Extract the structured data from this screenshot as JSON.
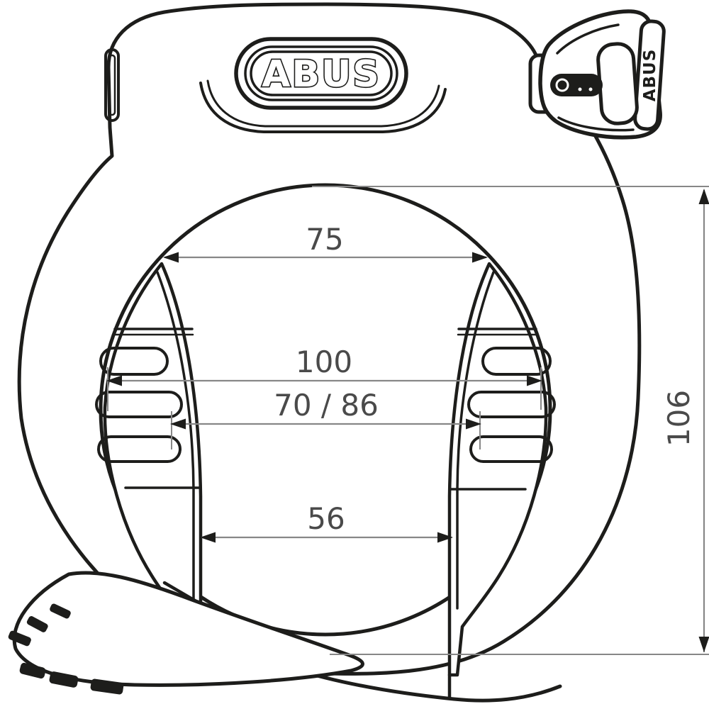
{
  "badge": {
    "brand": "ABUS"
  },
  "key": {
    "brand": "ABUS"
  },
  "dimensions": {
    "top_inner_width": {
      "label": "75"
    },
    "outer_width": {
      "label": "100"
    },
    "mid_width": {
      "label": "70 / 86"
    },
    "bottom_gap": {
      "label": "56"
    },
    "height": {
      "label": "106"
    }
  },
  "colors": {
    "line": "#1d1d1b",
    "dim_line": "#878787",
    "dim_text": "#4a4a4a",
    "background": "#ffffff"
  }
}
